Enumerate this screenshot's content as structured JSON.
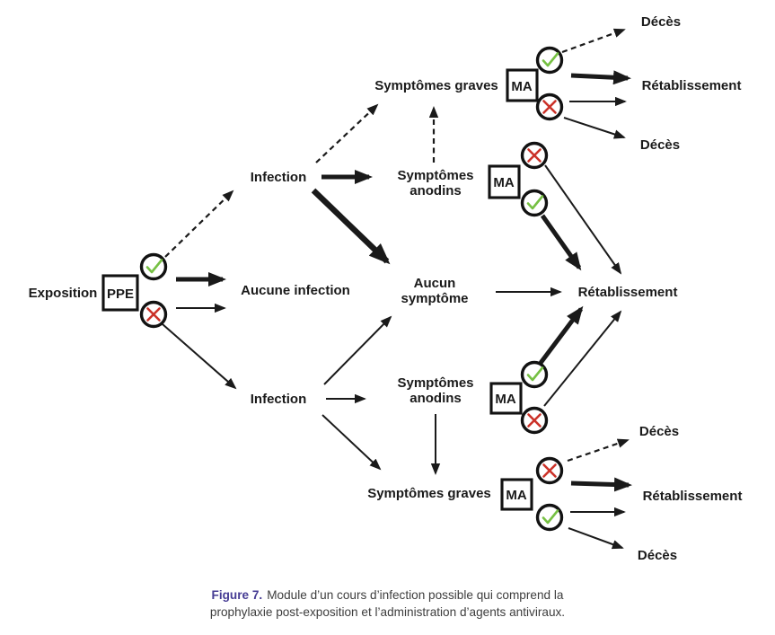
{
  "nodes": {
    "exposition": "Exposition",
    "ppe_box": "PPE",
    "ma_box_top": "MA",
    "ma_box_midtop": "MA",
    "ma_box_midbottom": "MA",
    "ma_box_bottom": "MA",
    "infection_top": "Infection",
    "infection_bottom": "Infection",
    "aucune_infection": "Aucune infection",
    "symptomes_graves_top": "Symptômes graves",
    "symptomes_graves_bottom": "Symptômes graves",
    "symptomes_anodins_top_line1": "Symptômes",
    "symptomes_anodins_top_line2": "anodins",
    "symptomes_anodins_bottom_line1": "Symptômes",
    "symptomes_anodins_bottom_line2": "anodins",
    "aucun_symptome_line1": "Aucun",
    "aucun_symptome_line2": "symptôme",
    "retablissement_top": "Rétablissement",
    "retablissement_mid": "Rétablissement",
    "retablissement_bottom": "Rétablissement",
    "deces_top_1": "Décès",
    "deces_top_2": "Décès",
    "deces_bottom_1": "Décès",
    "deces_bottom_2": "Décès"
  },
  "colors": {
    "ink": "#1a1a1a",
    "check_green": "#76c043",
    "cross_red": "#cb3229",
    "caption_accent": "#463c94",
    "caption_text": "#3d3d3d"
  },
  "caption": {
    "label": "Figure 7.",
    "line1": "Module d’un cours d’infection possible qui comprend la",
    "line2": "prophylaxie post-exposition et l’administration d’agents antiviraux."
  }
}
